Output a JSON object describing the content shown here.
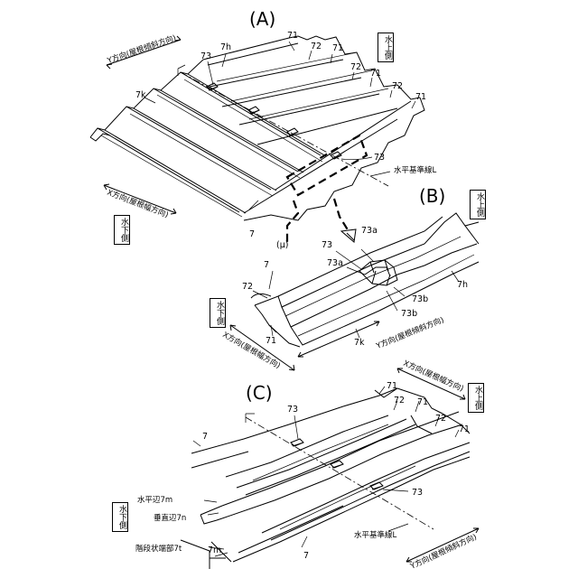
{
  "panels": {
    "A": {
      "title": "(A)"
    },
    "B": {
      "title": "(B)"
    },
    "C": {
      "title": "(C)"
    }
  },
  "labels": {
    "n71": "71",
    "n72": "72",
    "n73": "73",
    "n73a": "73a",
    "n73b": "73b",
    "n7": "7",
    "n7h": "7h",
    "n7k": "7k",
    "n7m": "7m",
    "mu": "(μ)",
    "y_dir": "Y方向(屋根傾斜方向)",
    "x_dir": "X方向(屋根幅方向)",
    "horizontal_ref": "水平基準線L",
    "water_up": "水上側",
    "water_down": "水下側",
    "horizontal_edge": "水平辺7m",
    "vertical_edge": "垂直辺7n",
    "stepped_end": "階段状端部7t"
  }
}
